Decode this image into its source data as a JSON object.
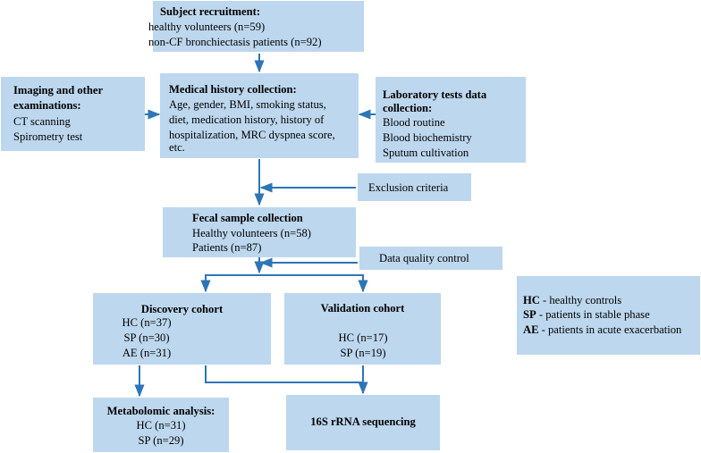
{
  "recruitment": {
    "title": "Subject recruitment:",
    "lines": [
      "healthy volunteers (n=59)",
      "non-CF bronchiectasis patients (n=92)"
    ]
  },
  "imaging": {
    "title": [
      "Imaging and other",
      "examinations:"
    ],
    "lines": [
      "CT scanning",
      "Spirometry test"
    ]
  },
  "history": {
    "title": "Medical history collection:",
    "lines": [
      "Age, gender, BMI, smoking status,",
      "diet, medication history, history of",
      "hospitalization, MRC dyspnea score,",
      "etc."
    ]
  },
  "lab": {
    "title": [
      "Laboratory tests data",
      "collection:"
    ],
    "lines": [
      "Blood routine",
      "Blood biochemistry",
      "Sputum cultivation"
    ]
  },
  "exclusion": {
    "label": "Exclusion criteria"
  },
  "fecal": {
    "title": "Fecal sample collection",
    "lines": [
      "Healthy volunteers (n=58)",
      "Patients (n=87)"
    ]
  },
  "quality": {
    "label": "Data quality control"
  },
  "discovery": {
    "title": "Discovery cohort",
    "lines": [
      "HC (n=37)",
      "SP (n=30)",
      "AE (n=31)"
    ]
  },
  "validation": {
    "title": "Validation cohort",
    "lines": [
      "HC (n=17)",
      "SP (n=19)"
    ]
  },
  "legend": [
    {
      "abbr": "HC",
      "desc": " - healthy controls"
    },
    {
      "abbr": "SP",
      "desc": " - patients in stable phase"
    },
    {
      "abbr": "AE",
      "desc": " - patients in acute exacerbation"
    }
  ],
  "metabolomic": {
    "title": "Metabolomic analysis:",
    "lines": [
      "HC (n=31)",
      "SP (n=29)"
    ]
  },
  "sequencing": {
    "title": "16S rRNA sequencing"
  },
  "colors": {
    "box": "#bdd7ee",
    "arrow": "#2e75b6"
  }
}
